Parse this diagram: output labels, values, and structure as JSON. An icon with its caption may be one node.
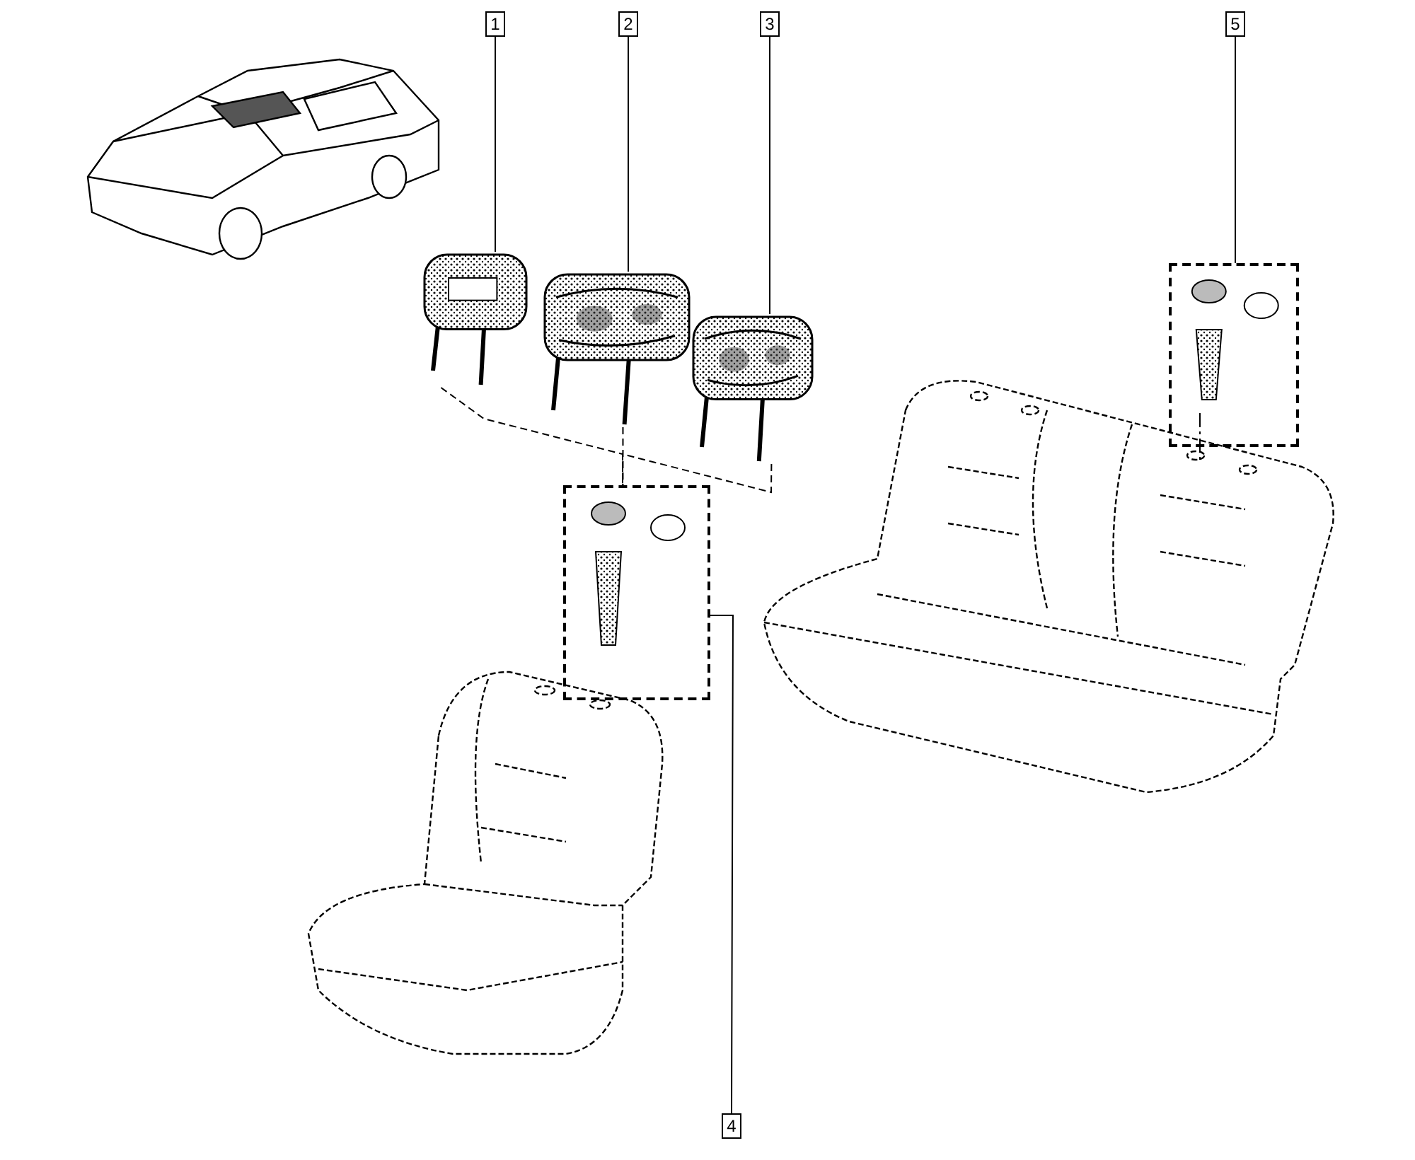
{
  "diagram": {
    "nodes": [
      {
        "text": [
          "1"
        ]
      },
      {
        "text": [
          "2"
        ]
      },
      {
        "text": [
          "3"
        ]
      },
      {
        "text": [
          "5"
        ]
      },
      {
        "text": [
          "4"
        ]
      },
      {
        "text": [],
        "shape": "picture"
      },
      {
        "text": [],
        "shape": "picture"
      },
      {
        "text": [],
        "shape": "picture"
      },
      {
        "text": [],
        "shape": "box"
      },
      {
        "text": [],
        "shape": "box"
      }
    ],
    "edges": [
      {
        "from": 0,
        "to": 5,
        "arrow": "none"
      },
      {
        "from": 1,
        "to": 6,
        "arrow": "none"
      },
      {
        "from": 2,
        "to": 7,
        "arrow": "none"
      },
      {
        "from": 3,
        "to": 9,
        "arrow": "none"
      },
      {
        "from": 4,
        "to": 8,
        "arrow": "none"
      },
      {
        "from": 5,
        "to": 8,
        "arrow": "none",
        "style": "dashed"
      },
      {
        "from": 6,
        "to": 8,
        "arrow": "none",
        "style": "dashed"
      },
      {
        "from": 7,
        "to": 8,
        "arrow": "none",
        "style": "dashed"
      }
    ]
  }
}
